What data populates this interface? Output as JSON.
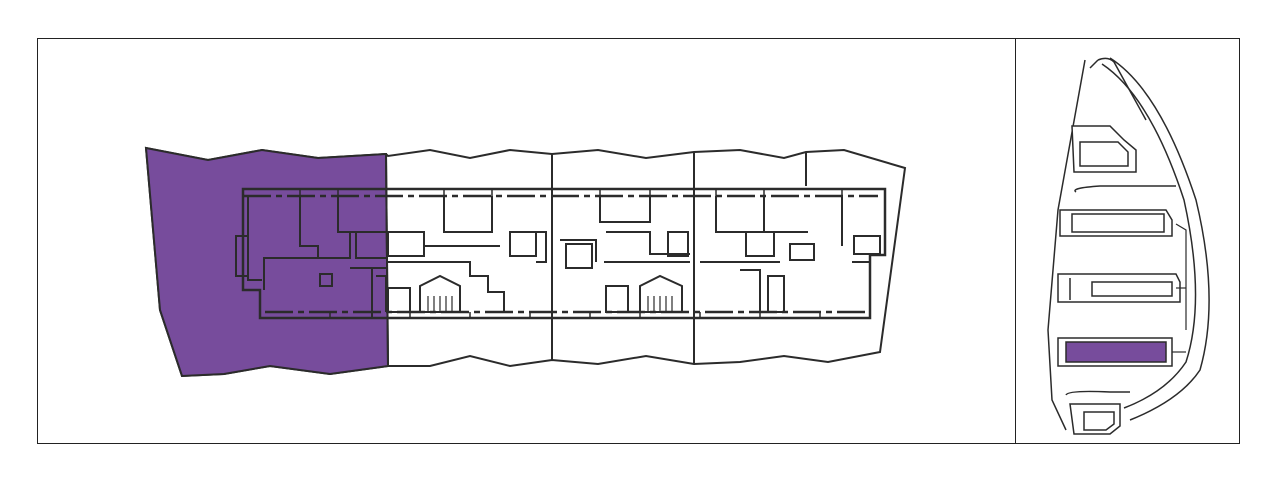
{
  "colors": {
    "highlight": "#774c9c",
    "line": "#2b2b2b",
    "background": "#ffffff"
  },
  "floor_plan": {
    "highlighted_unit": "leftmost-unit",
    "units": [
      "unit-1",
      "unit-2",
      "unit-3",
      "unit-4",
      "unit-5"
    ]
  },
  "site_plan": {
    "buildings": [
      "building-north",
      "building-row-1",
      "building-row-2",
      "building-row-3-highlighted",
      "building-south"
    ],
    "highlighted_building": "building-row-3-highlighted"
  }
}
